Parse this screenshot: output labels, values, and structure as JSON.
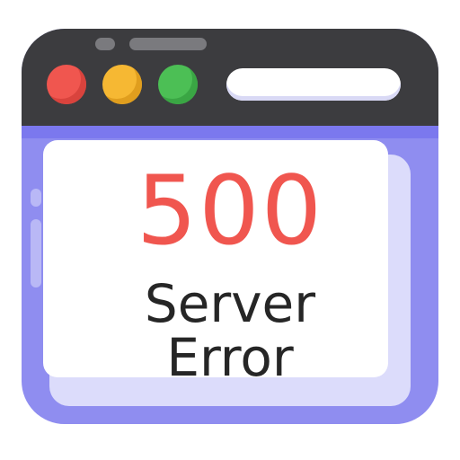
{
  "error": {
    "code": "500",
    "line1": "Server",
    "line2": "Error"
  },
  "window": {
    "controls": [
      "close-dot",
      "minimize-dot",
      "maximize-dot"
    ]
  },
  "colors": {
    "frame": "#8f8df0",
    "titlebar": "#3c3c3f",
    "close": "#f0564f",
    "minimize": "#f6b833",
    "maximize": "#4cbf55",
    "error_code": "#f0564f",
    "message": "#262626"
  }
}
